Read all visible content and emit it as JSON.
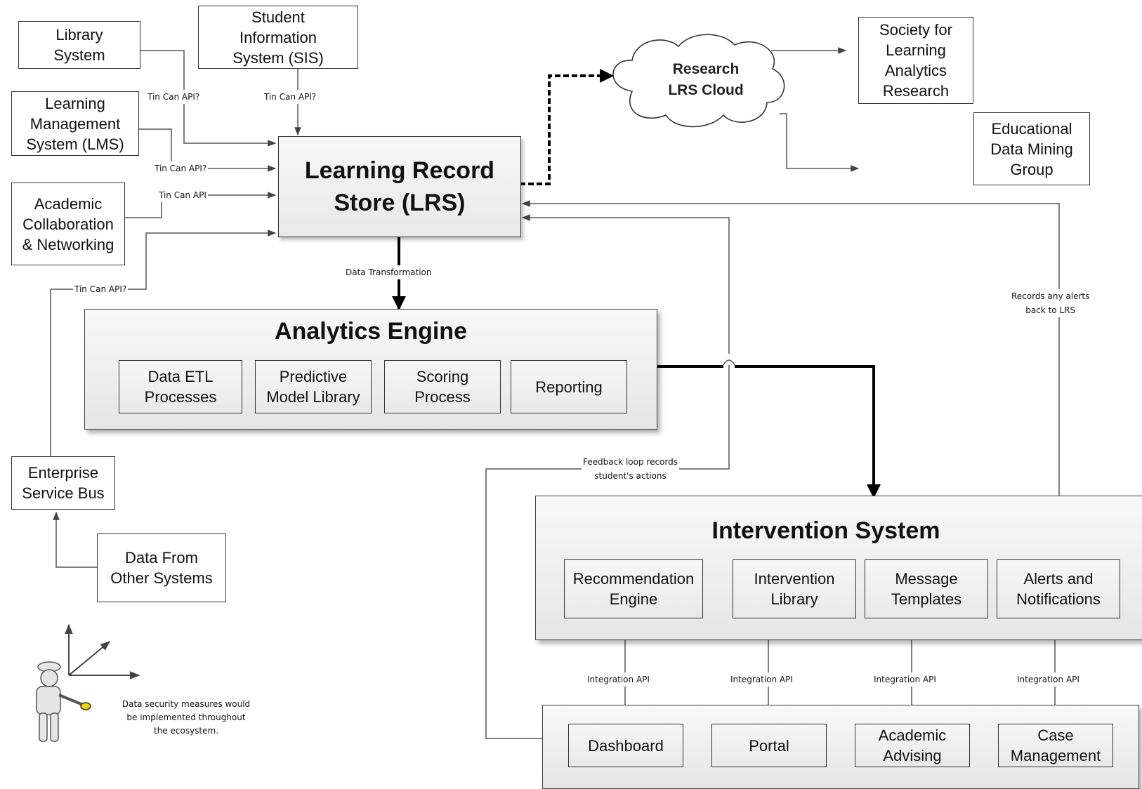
{
  "sources": {
    "library": "Library\nSystem",
    "sis": "Student\nInformation\nSystem (SIS)",
    "lms": "Learning\nManagement\nSystem (LMS)",
    "acn": "Academic\nCollaboration\n& Networking",
    "esb": "Enterprise\nService Bus",
    "other": "Data From\nOther Systems"
  },
  "labels": {
    "tin_can_q1": "Tin Can API?",
    "tin_can_q2": "Tin Can API?",
    "tin_can_q3": "Tin Can API?",
    "tin_can": "Tin Can API",
    "tin_can_q4": "Tin Can API?",
    "data_transformation": "Data Transformation",
    "feedback": "Feedback loop records\nstudent's actions",
    "alerts_back": "Records any alerts\nback to LRS",
    "integration_api": "Integration API",
    "security": "Data security measures would\nbe implemented throughout\nthe ecosystem."
  },
  "lrs": {
    "title": "Learning Record\nStore (LRS)"
  },
  "cloud": {
    "title": "Research\nLRS Cloud"
  },
  "research": {
    "solar": "Society for\nLearning\nAnalytics\nResearch",
    "edm": "Educational\nData Mining\nGroup"
  },
  "analytics": {
    "title": "Analytics Engine",
    "items": [
      "Data ETL\nProcesses",
      "Predictive\nModel Library",
      "Scoring\nProcess",
      "Reporting"
    ]
  },
  "intervention": {
    "title": "Intervention System",
    "items": [
      "Recommendation\nEngine",
      "Intervention\nLibrary",
      "Message\nTemplates",
      "Alerts and\nNotifications"
    ]
  },
  "outputs": {
    "items": [
      "Dashboard",
      "Portal",
      "Academic\nAdvising",
      "Case\nManagement"
    ]
  },
  "colors": {
    "line": "#555555",
    "thick": "#000000",
    "box_border": "#333333"
  }
}
